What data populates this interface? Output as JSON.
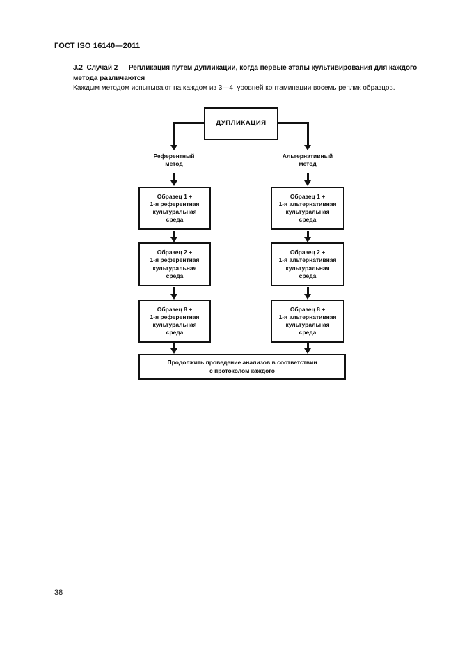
{
  "page": {
    "header": "ГОСТ ISO 16140—2011",
    "number": "38"
  },
  "section": {
    "heading": "J.2  Случай 2 — Репликация путем дупликации, когда первые этапы культивирования для каждого\nметода различаются",
    "body": "Каждым методом испытывают на каждом из 3—4  уровней контаминации восемь реплик образцов."
  },
  "flowchart": {
    "root_label": "ДУПЛИКАЦИЯ",
    "branches": [
      {
        "label": "Референтный\nметод",
        "boxes": [
          "Образец 1 +\n1-я референтная\nкультуральная\nсреда",
          "Образец 2 +\n1-я референтная\nкультуральная\nсреда",
          "Образец 8 +\n1-я референтная\nкультуральная\nсреда"
        ]
      },
      {
        "label": "Альтернативный\nметод",
        "boxes": [
          "Образец 1 +\n1-я альтернативная\nкультуральная\nсреда",
          "Образец 2 +\n1-я альтернативная\nкультуральная\nсреда",
          "Образец 8 +\n1-я альтернативная\nкультуральная\nсреда"
        ]
      }
    ],
    "final_label": "Продолжить проведение анализов в соответствии\nс протоколом каждого",
    "ink_color": "#111111",
    "background_color": "#ffffff"
  }
}
